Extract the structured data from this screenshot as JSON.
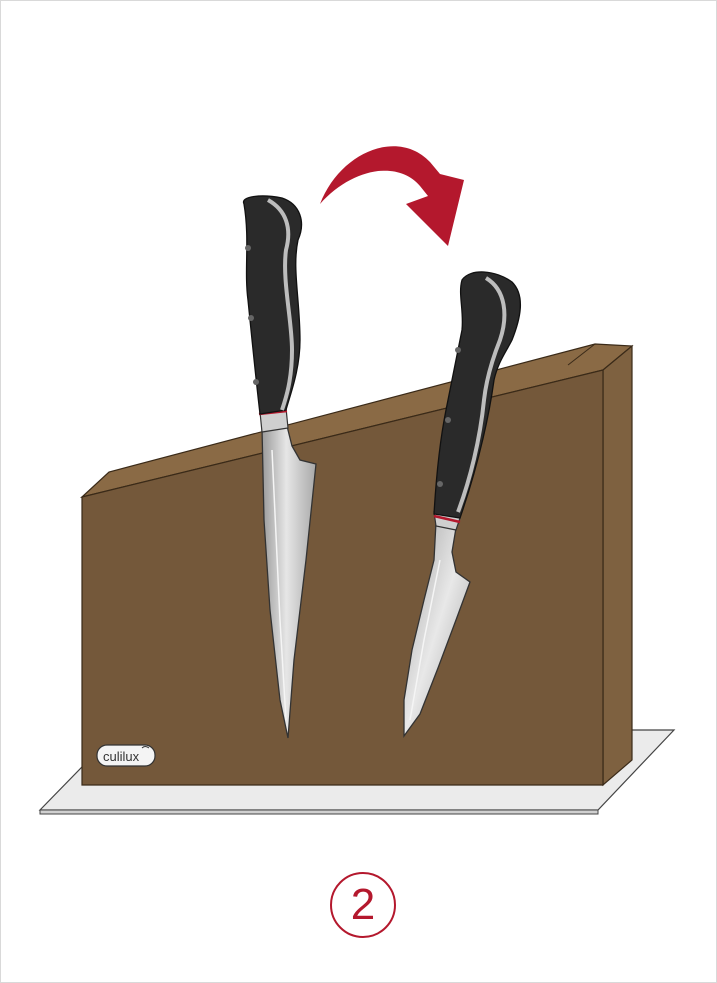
{
  "brand": {
    "logo_text": "culilux"
  },
  "step": {
    "number": "2"
  },
  "illustration": {
    "subject": "magnetic-knife-block",
    "knives": [
      "knife-left",
      "knife-right"
    ],
    "arrow_direction": "clockwise",
    "colors": {
      "wood_front": "#74583a",
      "wood_top": "#8a6a45",
      "wood_side": "#7e6140",
      "base_plate": "#ebebeb",
      "handle": "#2a2a2a",
      "blade": "#c8c8c8",
      "accent_red": "#b4182d"
    }
  }
}
